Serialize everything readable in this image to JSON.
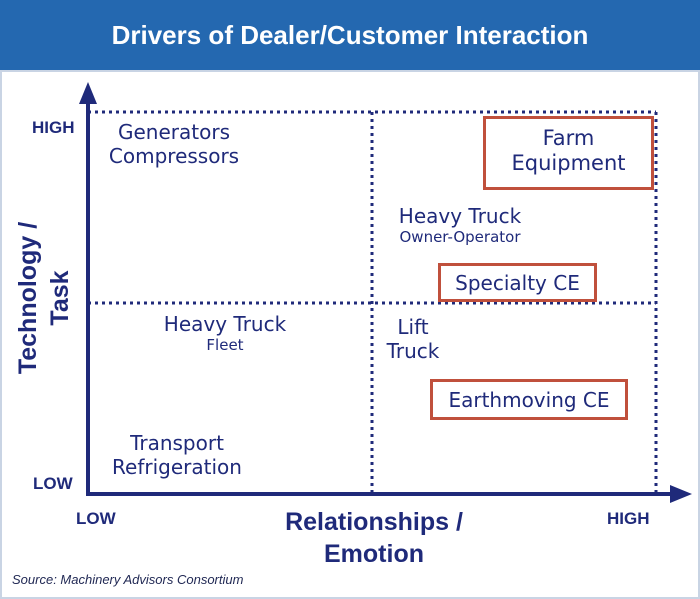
{
  "title": "Drivers of Dealer/Customer Interaction",
  "axes": {
    "y_title_line1": "Technology /",
    "y_title_line2": "Task",
    "y_high": "HIGH",
    "y_low": "LOW",
    "x_title_line1": "Relationships /",
    "x_title_line2": "Emotion",
    "x_low": "LOW",
    "x_high": "HIGH"
  },
  "quadrants": {
    "top_left": {
      "line1": "Generators",
      "line2": "Compressors"
    },
    "top_right": {
      "farm": {
        "line1": "Farm",
        "line2": "Equipment"
      },
      "heavy_truck": {
        "line1": "Heavy Truck",
        "sub": "Owner-Operator"
      },
      "specialty": "Specialty CE"
    },
    "bottom_left": {
      "heavy_truck": {
        "line1": "Heavy Truck",
        "sub": "Fleet"
      },
      "transport": {
        "line1": "Transport",
        "line2": "Refrigeration"
      }
    },
    "bottom_right": {
      "lift": {
        "line1": "Lift",
        "line2": "Truck"
      },
      "earthmoving": "Earthmoving CE"
    }
  },
  "colors": {
    "header": "#2468b0",
    "text": "#1f2a7a",
    "highlight_box": "#c0503c"
  },
  "source": "Source: Machinery Advisors Consortium"
}
